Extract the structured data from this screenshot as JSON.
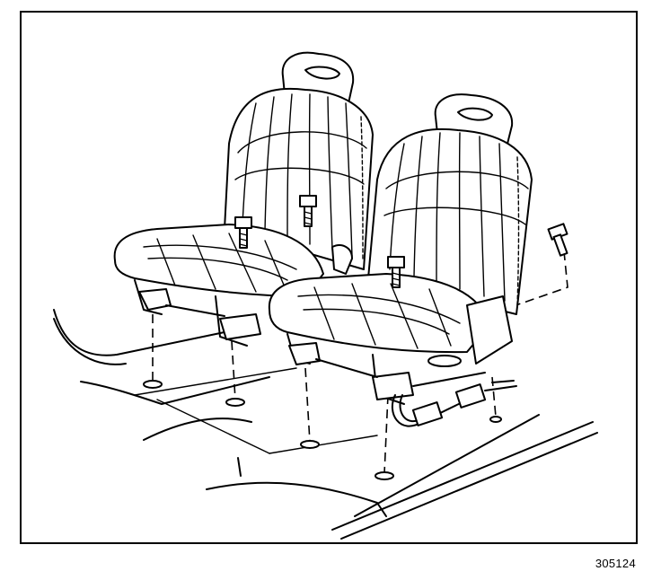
{
  "figure": {
    "number": "305124"
  },
  "parts": {
    "seats": [
      "driver-seat",
      "passenger-seat"
    ],
    "bolts": [
      "front-inner-bolt",
      "front-outer-bolt",
      "rear-bolt-left",
      "rear-bolt-right"
    ],
    "floor_holes": 5
  },
  "colors": {
    "line": "#000000",
    "background": "#ffffff"
  }
}
